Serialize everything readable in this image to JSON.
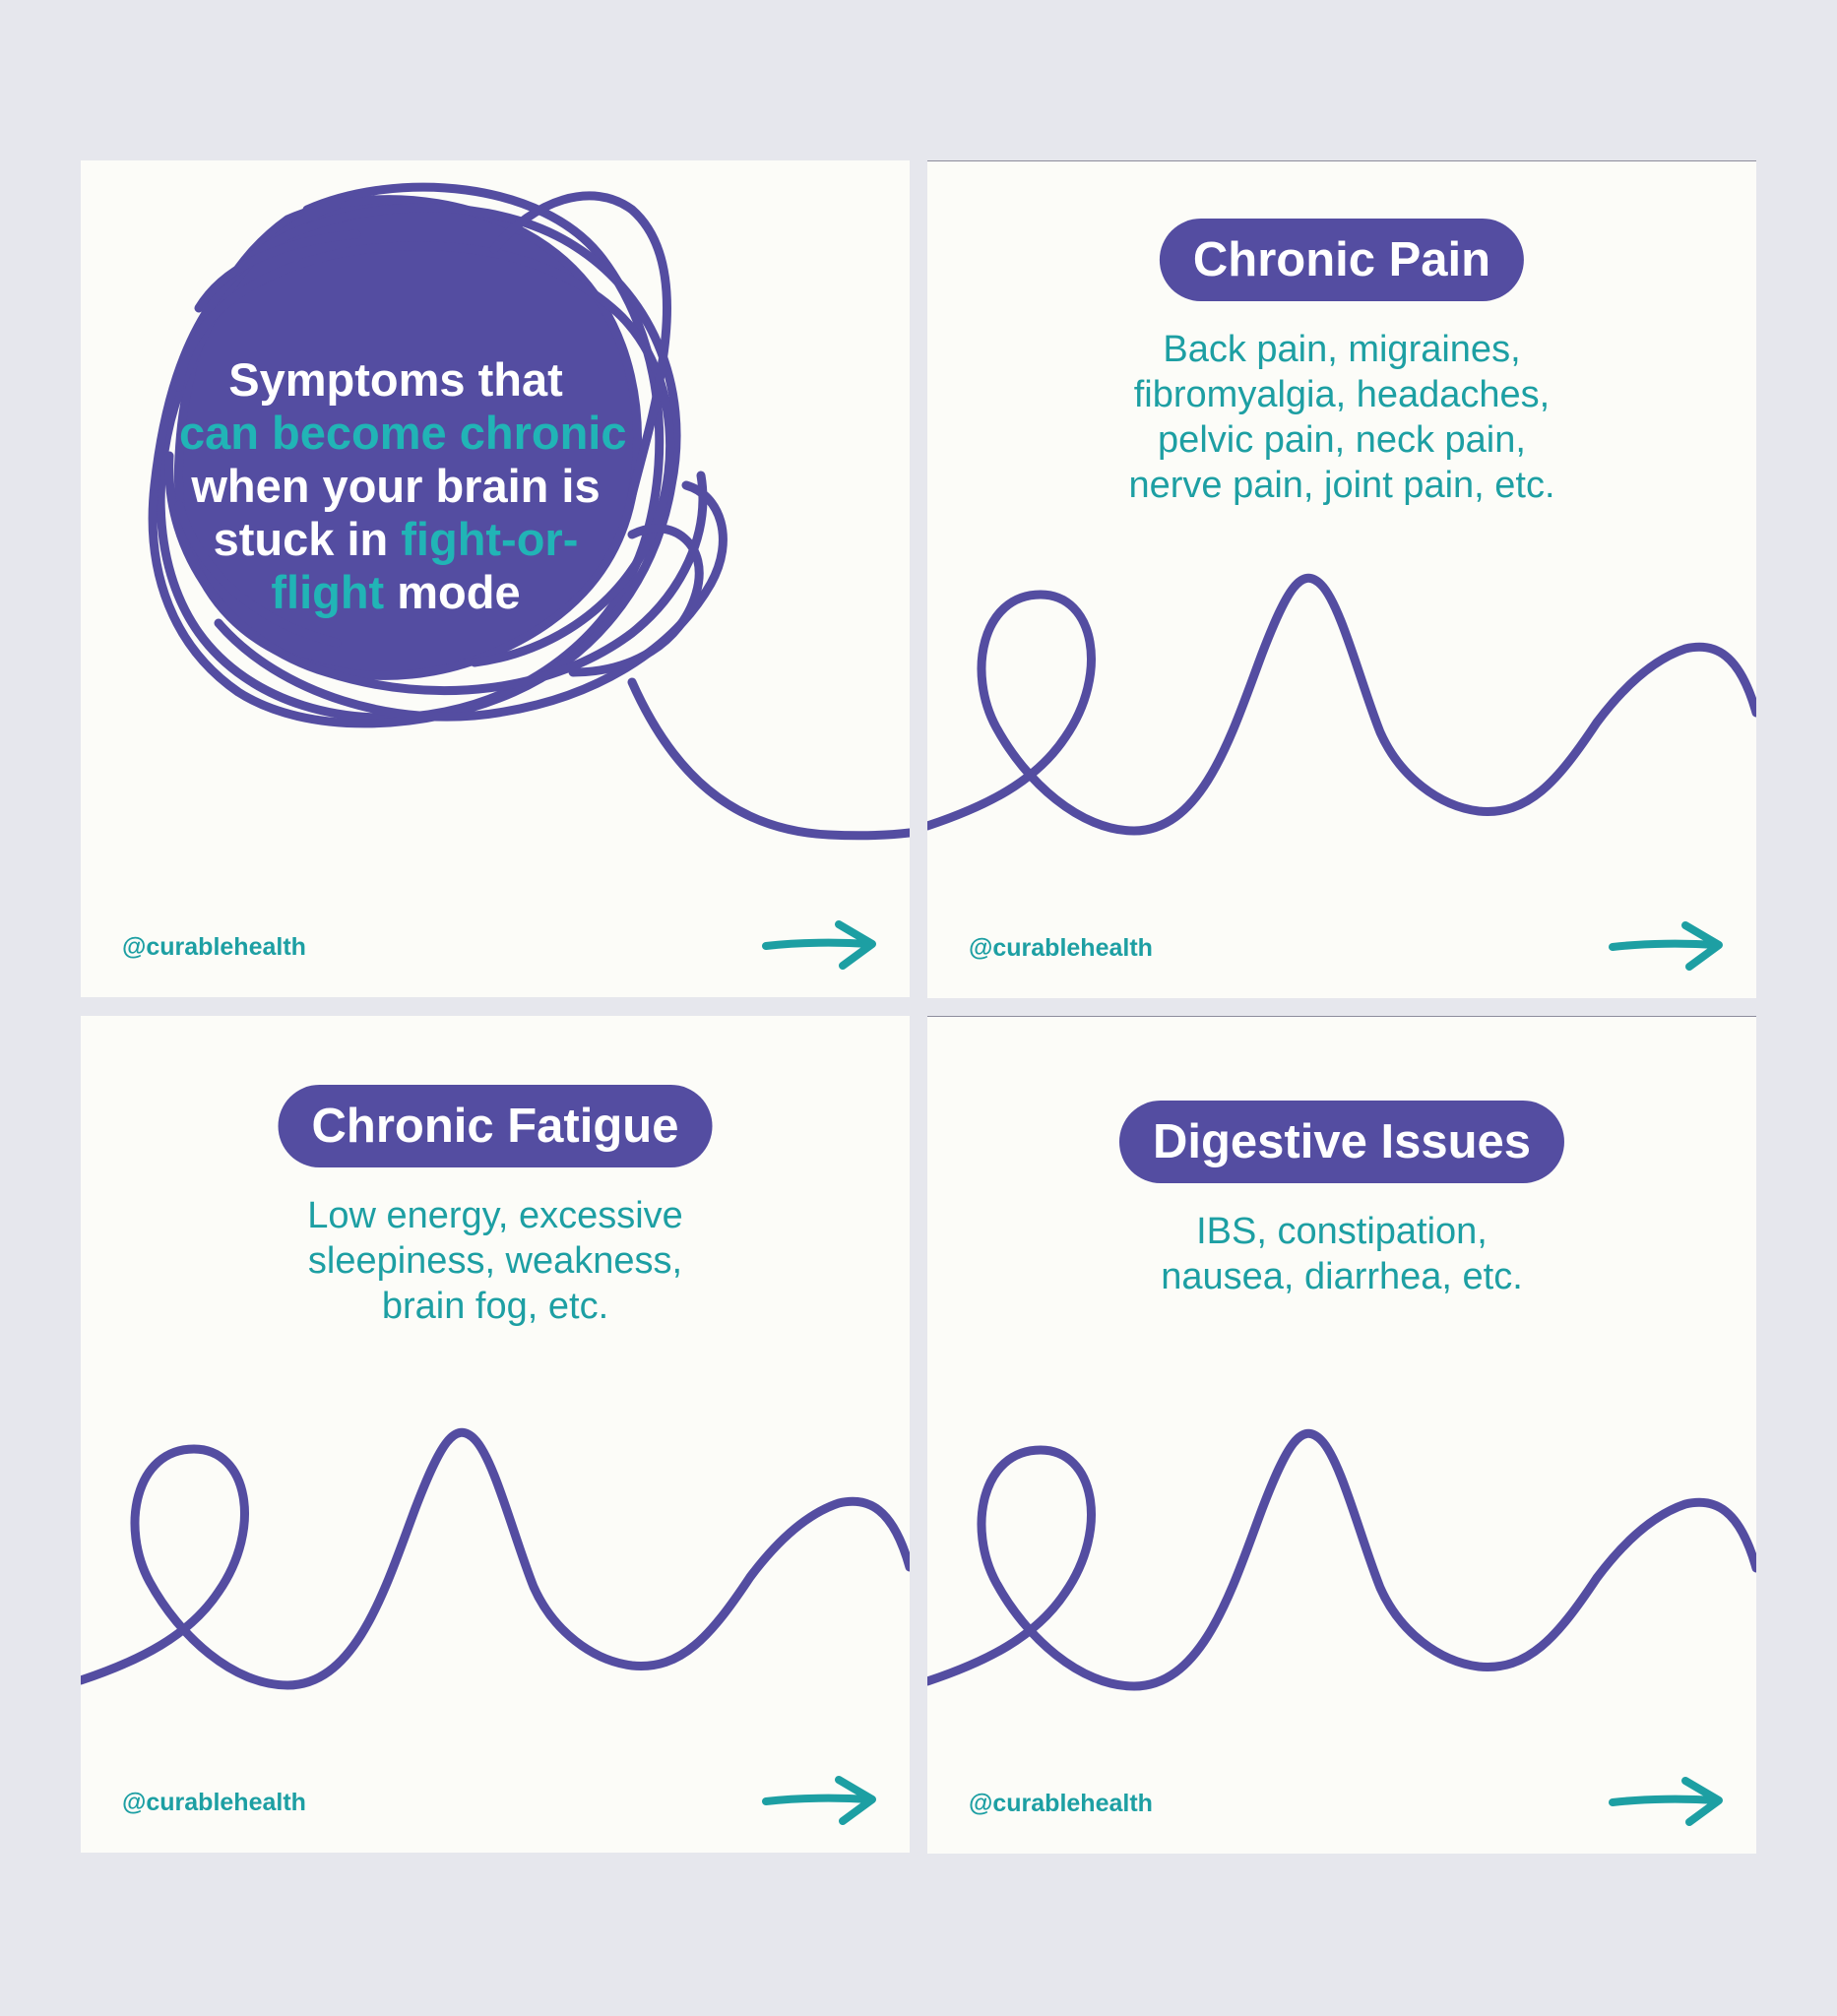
{
  "colors": {
    "background": "#e6e7ed",
    "panel": "#fcfcf8",
    "purple": "#544da1",
    "teal": "#1d9fa3",
    "teal_highlight": "#21b4b6"
  },
  "handle": "@curablehealth",
  "intro": {
    "line1": "Symptoms that",
    "line2_highlight": "can become chronic",
    "line3": "when your brain is",
    "line4_prefix": "stuck in ",
    "line4_highlight": "fight-or-",
    "line5_highlight": "flight",
    "line5_suffix": " mode"
  },
  "cards": [
    {
      "title": "Chronic Pain",
      "lines": [
        "Back pain, migraines,",
        "fibromyalgia, headaches,",
        "pelvic pain, neck pain,",
        "nerve pain, joint pain, etc."
      ]
    },
    {
      "title": "Chronic Fatigue",
      "lines": [
        "Low energy, excessive",
        "sleepiness, weakness,",
        "brain fog, etc."
      ]
    },
    {
      "title": "Digestive Issues",
      "lines": [
        "IBS, constipation,",
        "nausea, diarrhea, etc."
      ]
    }
  ],
  "icons": {
    "next": "arrow-right-icon",
    "scribble": "scribble-blob-icon",
    "wave": "squiggle-line-icon"
  }
}
